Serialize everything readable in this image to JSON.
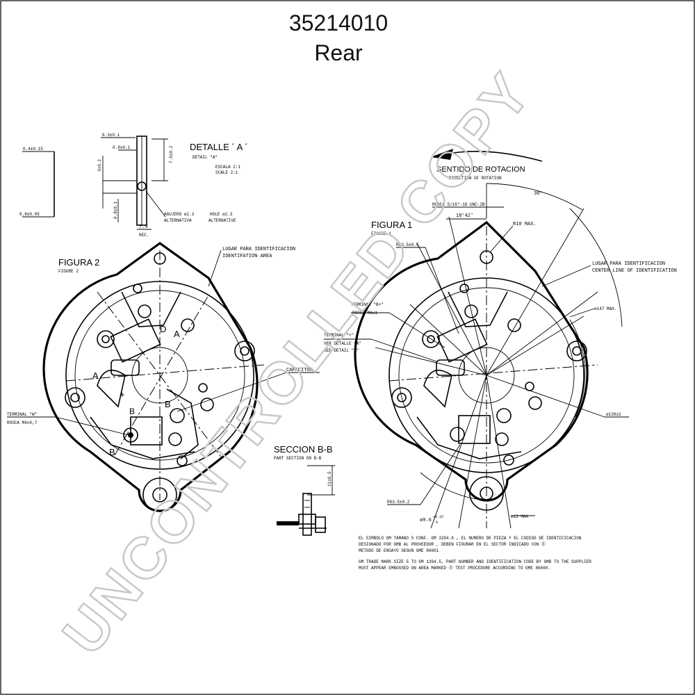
{
  "header": {
    "part_number": "35214010",
    "view": "Rear"
  },
  "watermark": "UNCONTROLLED COPY",
  "detalle_a": {
    "title": "DETALLE ´ A ´",
    "subtitle": "DETAIL \"A\"",
    "scale_es": "ESCALA 2:1",
    "scale_en": "SCALE 2:1",
    "dim_top": "6.3±0.1",
    "dim_2": "0.8±0.1",
    "dim_left_top": "0.4±0.15",
    "dim_left_bottom": "0.8±0.05",
    "dim_vert1": "3±0.2",
    "dim_vert2": "7.5±0.2",
    "dim_vert3": "0.8±0.1",
    "dim_bottom": "7.4",
    "dim_ref": "REF.",
    "hole_es": "AGUJERO ø2.3",
    "hole_alt_es": "ALTERNATIVA",
    "hole_en": "HOLE ø2.3",
    "hole_alt_en": "ALTERNATIVE"
  },
  "figura2": {
    "title": "FIGURA 2",
    "subtitle": "FIGURE 2",
    "id_es": "LUGAR PARA IDENTIFICACION",
    "id_en": "IDENTIFATION AREA",
    "capacitor": "CAPACITOR",
    "terminal_w": "TERMINAL \"W\"",
    "rosca_w": "ROSCA M4x0,7",
    "section_a": "A",
    "section_b": "B",
    "plus": "+",
    "minus": "D",
    "label_b": "B"
  },
  "seccion_bb": {
    "title": "SECCION B-B",
    "subtitle": "PART SECTION ON B-B",
    "dim": "11±0.5"
  },
  "figura1": {
    "title": "FIGURA 1",
    "subtitle": "FIGURE 1",
    "rotation_es": "SENTIDO DE ROTACION",
    "rotation_en": "DIRECTION OF ROTATION",
    "angle_30": "30°",
    "rosca": "ROSCA 5/16\"-18 UNC-2B",
    "angle_18": "18°42'",
    "r10": "R10 MAX.",
    "r63": "R63.5±0.5",
    "id_es": "LUGAR PARA IDENTIFICACION",
    "id_en": "CENTER LINE OF IDENTIFICATION",
    "terminal_b": "TERMINAL \"B+\"",
    "rosca_b": "ROSCA M6x1",
    "terminal_plus": "TERMINAL \"+\"",
    "ver_detalle": "VER DETALLE \"A\"",
    "see_detail": "SEE DETAIL \"A\"",
    "d147": "ø147 MAX.",
    "d139": "ø139±2",
    "r63b": "R63.5±0.2",
    "d9": "ø9.6",
    "d9_tol_top": "+0.15",
    "d9_tol_bot": "0",
    "d12": "ø12 MAX"
  },
  "notes": {
    "es_1": "EL SIMBOLO GM TAMANO 5 CONF. GM 3294.8 , EL NUMERO DE PIEZA Y EL CODIGO DE IDENTIFICACION",
    "es_2": "DESIGNADO POR GMB AL PROVEEDOR , DEBEN FIGURAR EN EL SECTOR INDICADO CON Ⓢ",
    "es_3": "METODO DE ENSAYO SEGUN GME 86601",
    "en_1": "GM TRADE MARK SIZE 5 TO GM 1394.5, PART NUMBER AND IDENTIFICATION CODE BY GMB TO THE SUPPLIER",
    "en_2": "MUST APPEAR EMBOSSED ON AREA MARKED Ⓢ TEST PROCEDURE ACCORDING TO GME 86600."
  }
}
